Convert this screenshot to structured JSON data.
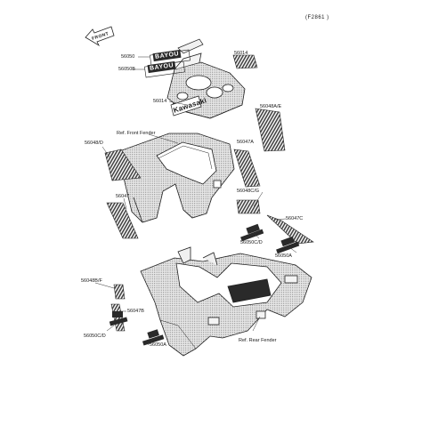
{
  "diagram": {
    "code": "(F2861 )",
    "arrow_label": "FRONT",
    "badges": {
      "top_1": "BAYOU",
      "top_2": "BAYOU"
    },
    "logo_text": "Kawasaki",
    "labels": {
      "p56050": "56050",
      "p56050B": "56050B",
      "p56014_top": "56014",
      "p56014_side": "56014",
      "p56048AE": "56048A/E",
      "ref_front": "Ref. Front Fender",
      "p56048D": "56048/D",
      "p56047A": "56047A",
      "p56048CG": "56048C/G",
      "p56047": "56047",
      "p56047C": "56047C",
      "p56050CD_mid": "56050C/D",
      "p56050A_mid": "56050A",
      "p56048BF": "56048B/F",
      "p56047B": "56047B",
      "p56050CD_low": "56050C/D",
      "p56050A_low": "56050A",
      "ref_rear": "Ref. Rear Fender"
    }
  }
}
